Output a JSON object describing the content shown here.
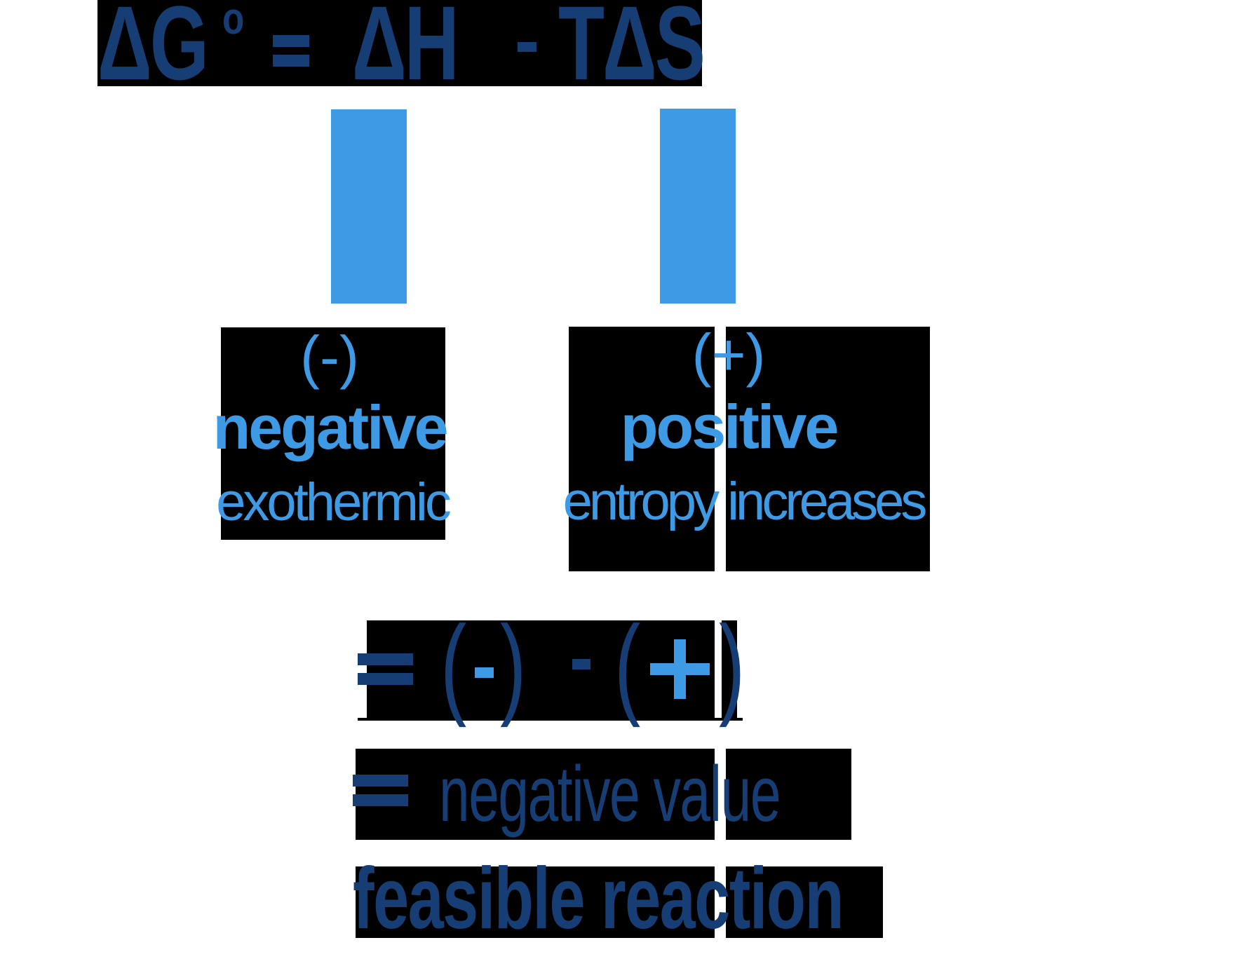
{
  "colors": {
    "navy": "#173d75",
    "sky_blue": "#3f9ae6",
    "box_background": "#000000",
    "page_background": "#ffffff"
  },
  "equation": {
    "delta_g": "ΔG",
    "degree": "o",
    "equals": "=",
    "delta_h": "ΔH",
    "minus": "-",
    "t_delta_s": "TΔS",
    "full_text": "ΔG° = ΔH - TΔS"
  },
  "terms": [
    {
      "id": "enthalpy",
      "refers_to": "ΔH",
      "sign": "(-)",
      "sign_label": "negative",
      "meaning": "exothermic"
    },
    {
      "id": "entropy",
      "refers_to": "ΔS",
      "sign": "(+)",
      "sign_label": "positive",
      "meaning": "entropy increases"
    }
  ],
  "substitution": {
    "equals": "=",
    "open_paren_1": "(",
    "sign_1": "-",
    "close_paren_1": ")",
    "operator": "-",
    "open_paren_2": "(",
    "sign_2": "+",
    "close_paren_2": ")"
  },
  "result": {
    "equals": "=",
    "value_text": "negative value",
    "conclusion": "feasible reaction"
  }
}
